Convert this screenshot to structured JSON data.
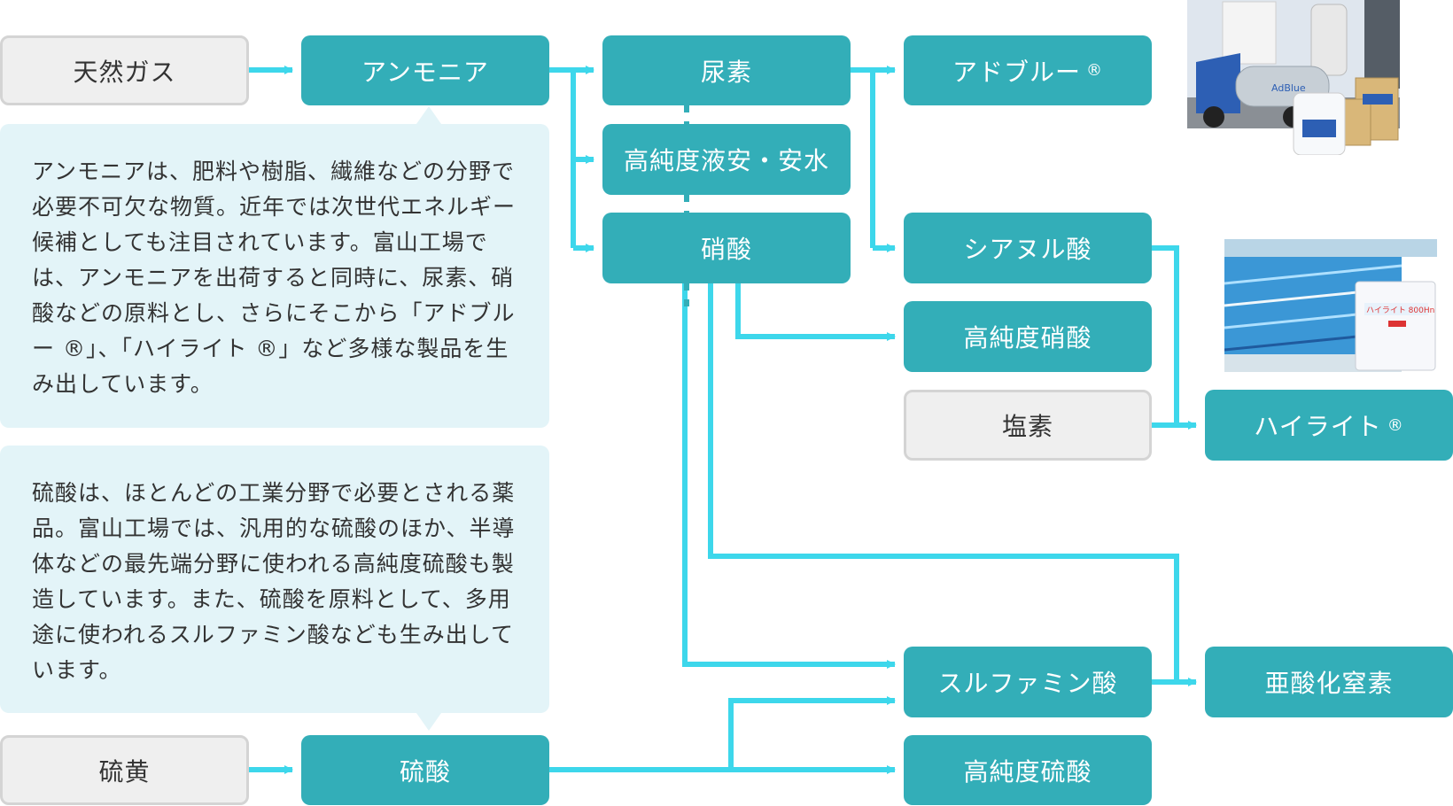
{
  "nodes": {
    "natural_gas": "天然ガス",
    "ammonia": "アンモニア",
    "urea": "尿素",
    "adblue": "アドブルー",
    "high_purity_liquid_ammonia": "高純度液安・安水",
    "nitric_acid": "硝酸",
    "cyanuric_acid": "シアヌル酸",
    "high_purity_nitric_acid": "高純度硝酸",
    "chlorine": "塩素",
    "hilite": "ハイライト",
    "sulfamic_acid": "スルファミン酸",
    "nitrous_oxide": "亜酸化窒素",
    "sulfur": "硫黄",
    "sulfuric_acid": "硫酸",
    "high_purity_sulfuric_acid": "高純度硫酸",
    "registered_mark": "®"
  },
  "descriptions": {
    "ammonia": "アンモニアは、肥料や樹脂、繊維などの分野で必要不可欠な物質。近年では次世代エネルギー候補としても注目されています。富山工場では、アンモニアを出荷すると同時に、尿素、硝酸などの原料とし、さらにそこから「アドブルー ®」、「ハイライト ®」など多様な製品を生み出しています。",
    "sulfuric_acid": "硫酸は、ほとんどの工業分野で必要とされる薬品。富山工場では、汎用的な硫酸のほか、半導体などの最先端分野に使われる高純度硫酸も製造しています。また、硫酸を原料として、多用途に使われるスルファミン酸なども生み出しています。"
  },
  "photos": {
    "adblue_label": "AdBlue",
    "hilite_label": "ハイライト 800Hn"
  },
  "colors": {
    "node_teal": "#33aeb8",
    "line_cyan": "#3dd7eb",
    "desc_bg": "#e3f4f8",
    "gray_node": "#efefef"
  }
}
